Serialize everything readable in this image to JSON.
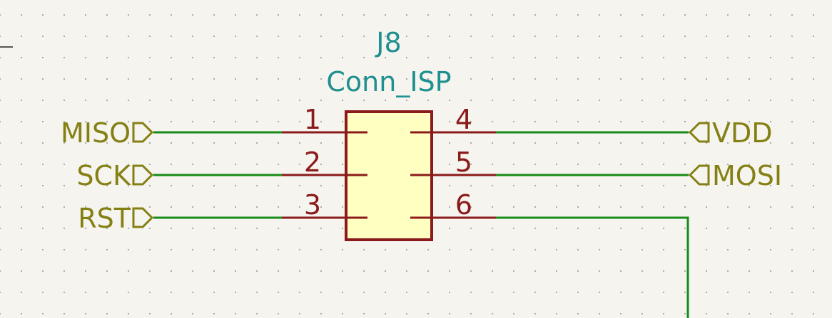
{
  "component": {
    "reference": "J8",
    "value": "Conn_ISP",
    "colors": {
      "body_fill": "#ffffc2",
      "outline": "#8b1a1a",
      "ref_text": "#1f8f8f"
    }
  },
  "pins": {
    "p1": "1",
    "p2": "2",
    "p3": "3",
    "p4": "4",
    "p5": "5",
    "p6": "6"
  },
  "nets": {
    "miso": "MISO",
    "sck": "SCK",
    "rst": "RST",
    "vdd": "VDD",
    "mosi": "MOSI"
  },
  "colors": {
    "wire": "#178b17",
    "net_label": "#858013",
    "background": "#f5f4ef"
  }
}
